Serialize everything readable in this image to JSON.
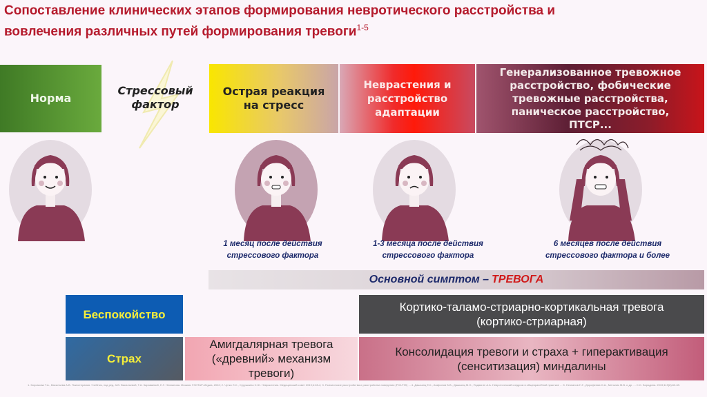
{
  "title": {
    "line1": "Сопоставление клинических этапов формирования невротического расстройства и",
    "line2": "вовлечения различных путей формирования тревоги",
    "superscript": "1-5"
  },
  "stages": {
    "norm": "Норма",
    "stressor": "Стрессовый фактор",
    "acute": "Острая реакция на стресс",
    "neurasthenia": "Неврастения и расстройство адаптации",
    "gad": "Генерализованное тревожное расстройство, фобические тревожные расстройства, паническое расстройство, ПТСР..."
  },
  "captions": {
    "acute": "1 месяц после действия стрессового фактора",
    "neurasthenia": "1-3 месяца после действия стрессового фактора",
    "gad": "6 месяцев после действия стрессового фактора и более"
  },
  "main_symptom": {
    "label": "Основной симптом – ",
    "highlight": "ТРЕВОГА"
  },
  "rows": {
    "worry": "Беспокойство",
    "fear": "Страх",
    "cortico": "Кортико-таламо-стриарно-кортикальная тревога (кортико-стриарная)",
    "amygdala": "Амигдалярная тревога («древний» механизм тревоги)",
    "consolidation": "Консолидация тревоги и страха + гиперактивация (сенситизация) миндалины"
  },
  "references": "1. Корсакова Т.А., Васильева А.В. Психотерапия. Учебник, под ред. А.В. Васильевой, Т.А. Карава­евой, Н.Г. Незнанова. Москва: ГЭОТАР-Медиа, 2022; 2. Чутко Л.С., Сурушкина С.Ю. Неврастения. Медицинский совет 2019;4:28-4; 3. Психические расстройства и расстройства поведения (F00-F99) ... 4. Дашьянц Е.К., Агафонов Б.В., Дашьянц М.Н., Подвигин А.А. Невротический синдром в общеврачебной практике ... 5. Незнанов Н.Г., Дорофеева О.А., Мельник М.В. и др. ... С.С. Бородина. 2019;119(8):63-69.",
  "colors": {
    "title": "#b51a2c",
    "caption": "#1d2a6b",
    "body": "#8a3a55"
  }
}
